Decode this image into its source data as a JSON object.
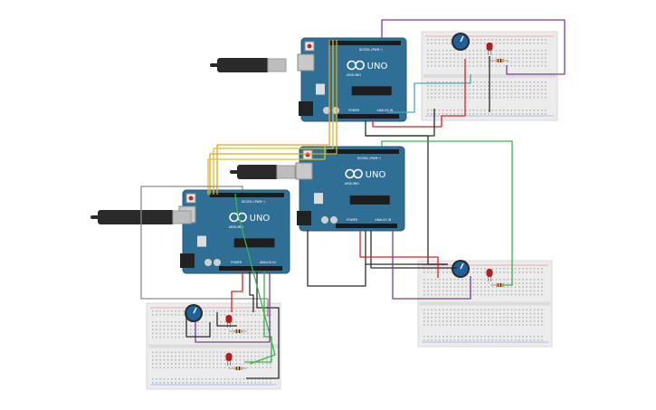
{
  "boards": [
    {
      "id": "uno-top",
      "logo_text": "UNO",
      "brand_text": "ARDUINO",
      "digital_label": "DIGITAL (PWM~)",
      "power_label": "POWER",
      "analog_label": "ANALOG IN"
    },
    {
      "id": "uno-middle",
      "logo_text": "UNO",
      "brand_text": "ARDUINO",
      "digital_label": "DIGITAL (PWM~)",
      "power_label": "POWER",
      "analog_label": "ANALOG IN"
    },
    {
      "id": "uno-left",
      "logo_text": "UNO",
      "brand_text": "ARDUINO",
      "digital_label": "DIGITAL (PWM~)",
      "power_label": "POWER",
      "analog_label": "ANALOG IN"
    }
  ],
  "colors": {
    "board": "#2f6f96",
    "board_dark": "#24587a",
    "breadboard": "#ececec",
    "breadboard_edge": "#d8d8d8",
    "wire_black": "#2b2b2b",
    "wire_red": "#d62424",
    "wire_green": "#3cb24a",
    "wire_purple": "#7b3c9c",
    "wire_orange": "#e8a21b",
    "wire_yellow": "#d8c22a",
    "wire_cyan": "#47a9c6",
    "wire_gray": "#8a8a8a",
    "pot": "#1f5f9a",
    "led": "#b21d1d",
    "resistor": "#c9a56a",
    "cable": "#2a2a2a",
    "connector": "#bdbdbd"
  },
  "components": [
    "usb-cable",
    "arduino-uno",
    "breadboard",
    "potentiometer",
    "led",
    "resistor",
    "jumper-wire"
  ]
}
